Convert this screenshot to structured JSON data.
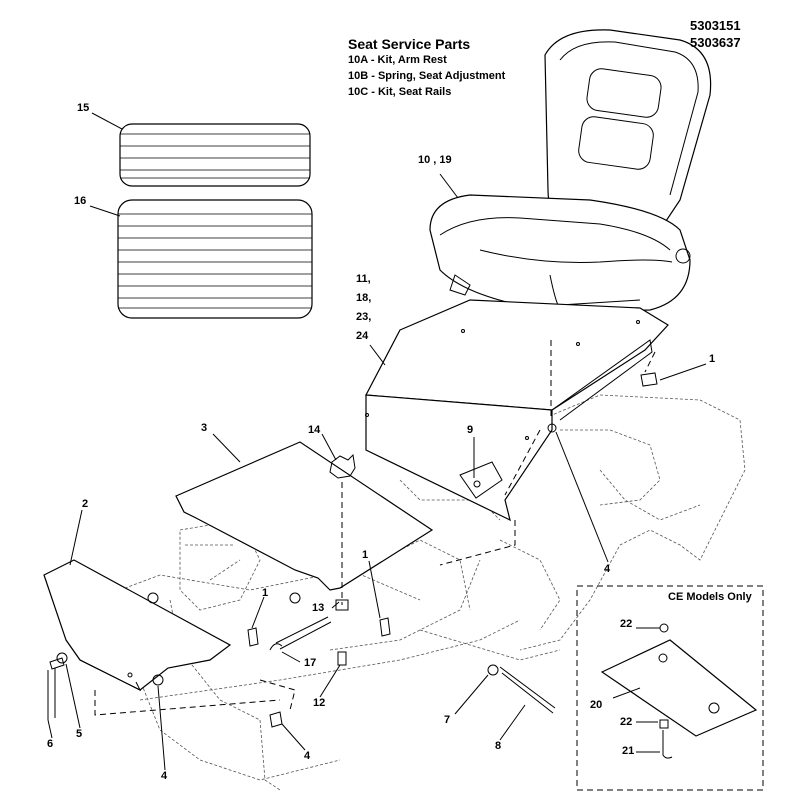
{
  "part_numbers": [
    "5303151",
    "5303637"
  ],
  "service_parts": {
    "title": "Seat Service Parts",
    "items": [
      "10A - Kit, Arm Rest",
      "10B - Spring, Seat Adjustment",
      "10C - Kit, Seat Rails"
    ]
  },
  "ce_box": {
    "title": "CE Models Only"
  },
  "callouts": {
    "c15": "15",
    "c16": "16",
    "c10_19": "10 , 19",
    "c11": "11,",
    "c18": "18,",
    "c23": "23,",
    "c24": "24",
    "c1a": "1",
    "c14": "14",
    "c3": "3",
    "c9": "9",
    "c2": "2",
    "c1b": "1",
    "c1c": "1",
    "c13": "13",
    "c17": "17",
    "c12": "12",
    "c4a": "4",
    "c4b": "4",
    "c4c": "4",
    "c6": "6",
    "c5": "5",
    "c7": "7",
    "c8": "8",
    "c22a": "22",
    "c20": "20",
    "c22b": "22",
    "c21": "21"
  }
}
